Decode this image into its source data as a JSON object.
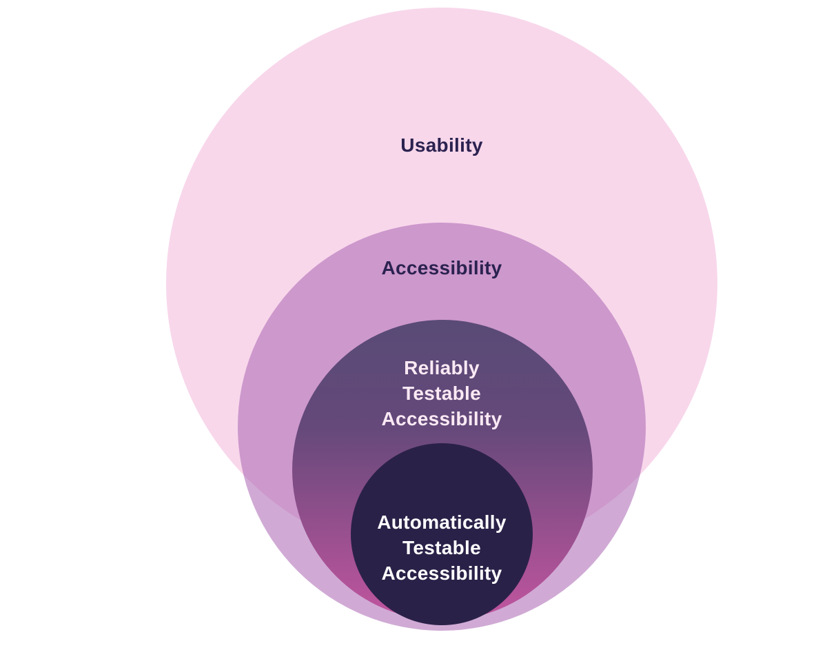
{
  "diagram": {
    "type": "nested-circles",
    "layers": [
      {
        "name": "usability",
        "lines": [
          "Usability"
        ],
        "fill": "#f8d7eb",
        "text_color": "#2b2250"
      },
      {
        "name": "accessibility",
        "lines": [
          "Accessibility"
        ],
        "fill": "rgba(169,100,179,0.55)",
        "text_color": "#2b2250"
      },
      {
        "name": "reliably-testable-accessibility",
        "lines": [
          "Reliably",
          "Testable",
          "Accessibility"
        ],
        "fill_gradient_top": "#594a76",
        "fill_gradient_bottom": "#c2559f",
        "text_color": "#fbe9f4"
      },
      {
        "name": "automatically-testable-accessibility",
        "lines": [
          "Automatically",
          "Testable",
          "Accessibility"
        ],
        "fill": "#2a2148",
        "text_color": "#ffffff"
      }
    ]
  }
}
